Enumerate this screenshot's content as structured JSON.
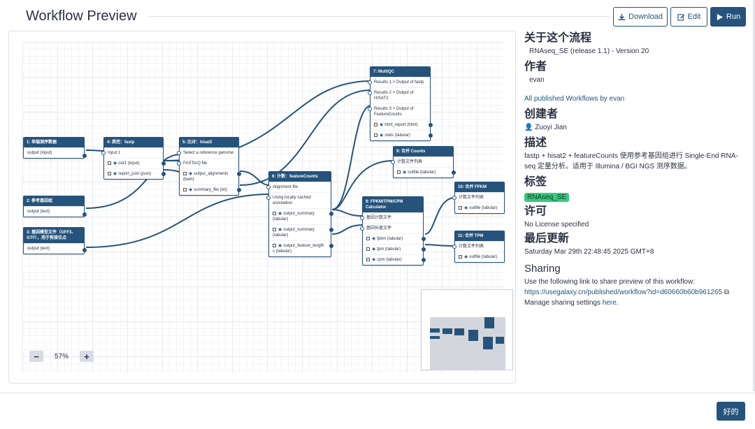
{
  "header": {
    "title": "Workflow Preview",
    "download_label": "Download",
    "edit_label": "Edit",
    "run_label": "Run"
  },
  "canvas": {
    "zoom": "57%",
    "nodes": {
      "n1": {
        "title": "1: 单端测序数据",
        "rows": [
          "output (input)"
        ]
      },
      "n2": {
        "title": "2: 参考基因组",
        "rows": [
          "output (text)"
        ]
      },
      "n3": {
        "title": "3: 基因模型文件（GFF3、GTF），用于剪接位点",
        "rows": [
          "output (text)"
        ]
      },
      "n4": {
        "title": "4: 质控：fastp",
        "rows": [
          "Input 1",
          "out1 (input)",
          "report_json (json)"
        ]
      },
      "n5": {
        "title": "5: 比对：hisat2",
        "rows": [
          "Select a reference genome",
          "FASTA/Q file",
          "output_alignments (bam)",
          "summary_file (txt)"
        ]
      },
      "n6": {
        "title": "6: 计数：featureCounts",
        "rows": [
          "Alignment file",
          "Using locally cached annotation",
          "output_summary (tabular)",
          "output_summary (tabular)",
          "output_feature_length s (tabular)"
        ]
      },
      "n7": {
        "title": "7: MultiQC",
        "rows": [
          "Results 1 > Output of fastp",
          "Results 2 > Output of HISAT2",
          "Results 3 > Output of FeatureCounts",
          "html_report (html)",
          "stats (tabular)"
        ]
      },
      "n8": {
        "title": "8: FPKM/TPM/CPM Calculator",
        "rows": [
          "基因计数文件",
          "基因长度文件",
          "fpkm (tabular)",
          "tpm (tabular)",
          "cpm (tabular)"
        ]
      },
      "n9": {
        "title": "9: 合并 Counts",
        "rows": [
          "计数文件列表",
          "outfile (tabular)"
        ]
      },
      "n10": {
        "title": "10: 合并 FPKM",
        "rows": [
          "计数文件列表",
          "outfile (tabular)"
        ]
      },
      "n11": {
        "title": "11: 合并 TPM",
        "rows": [
          "计数文件列表",
          "outfile (tabular)"
        ]
      }
    }
  },
  "sidebar": {
    "about_heading": "关于这个流程",
    "about_value": "RNAseq_SE (release 1.1) - Version 20",
    "author_heading": "作者",
    "author_value": "evan",
    "published_link": "All published Workflows by evan",
    "creator_heading": "创建者",
    "creator_value": "Zuoyi Jian",
    "desc_heading": "描述",
    "desc_value": "fastp + hisat2 + featureCounts 使用参考基因组进行 Single-End RNA-seq 定量分析。适用于 Illumina / BGI NGS 测序数据。",
    "tags_heading": "标签",
    "tag_value": "RNAseq_SE",
    "license_heading": "许可",
    "license_value": "No License specified",
    "updated_heading": "最后更新",
    "updated_value": "Saturday Mar 29th 22:48:45 2025 GMT+8",
    "sharing_heading": "Sharing",
    "sharing_text": "Use the following link to share preview of this workflow:",
    "sharing_link": "https://usegalaxy.cn/published/workflow?id=d60660b60b961265",
    "manage_prefix": "Manage sharing settings ",
    "manage_link": "here",
    "manage_suffix": "."
  },
  "footer": {
    "ok_label": "好的"
  },
  "colors": {
    "accent": "#25537b",
    "tag": "#38c97f"
  }
}
